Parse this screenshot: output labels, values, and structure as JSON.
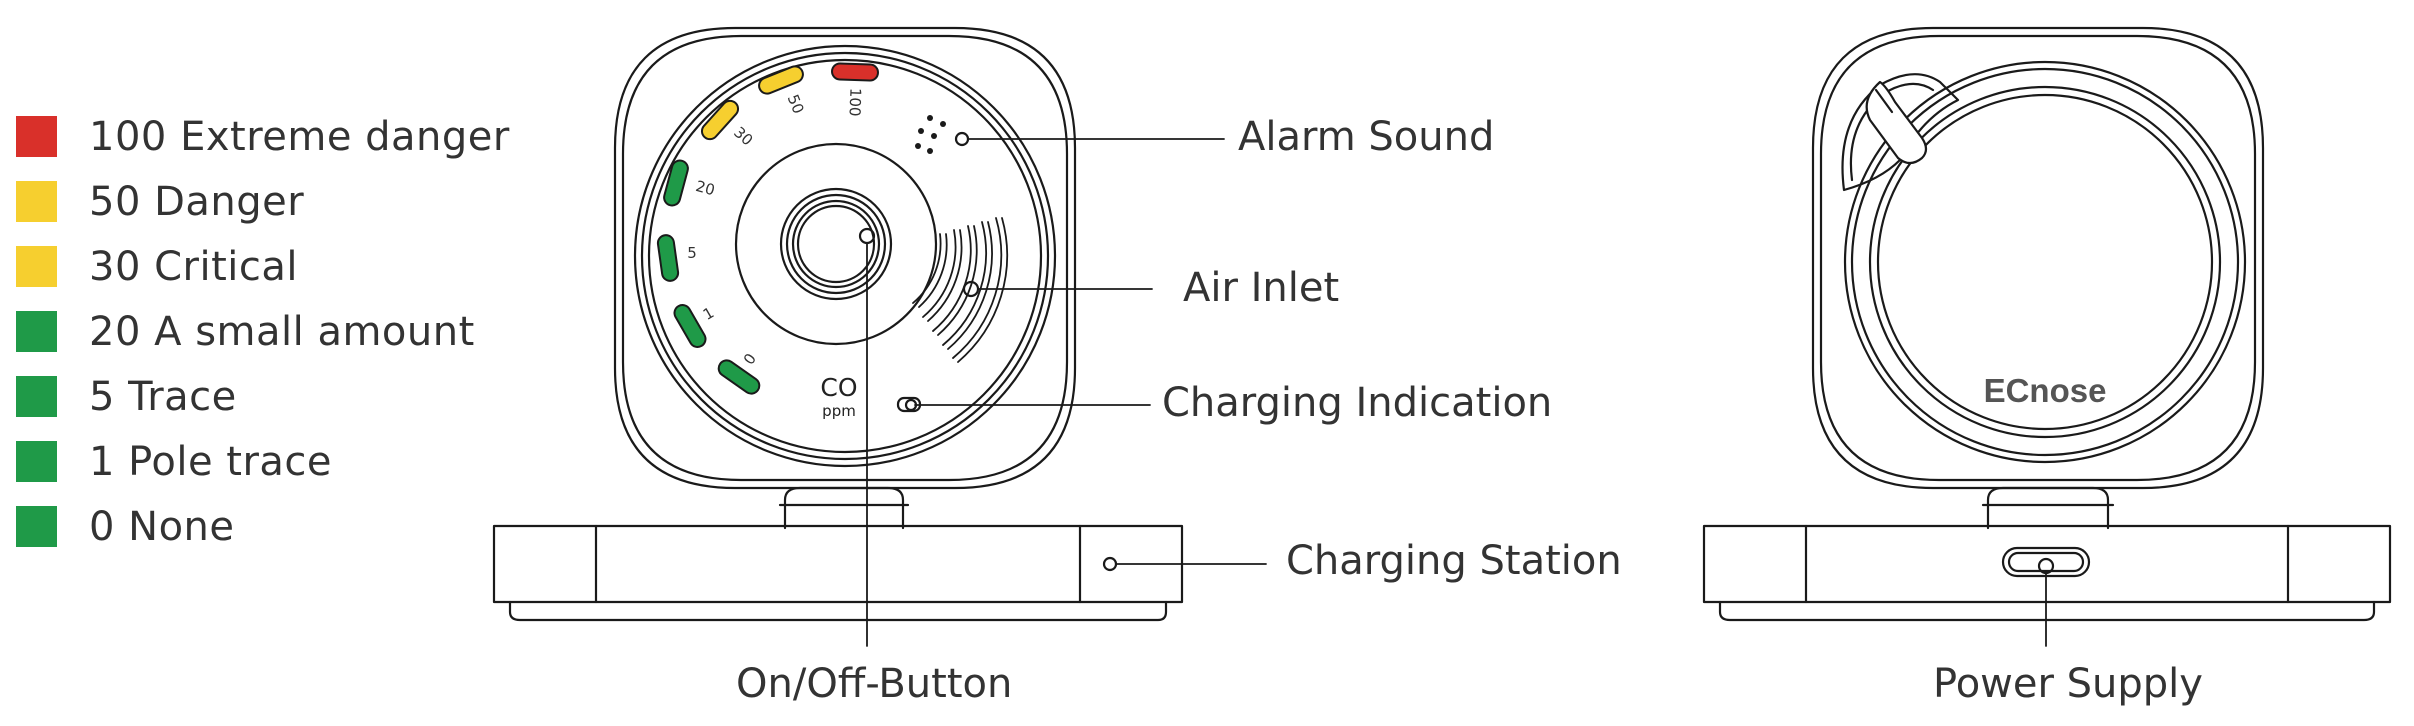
{
  "legend": {
    "items": [
      {
        "label": "100 Extreme danger",
        "color": "#d9302a"
      },
      {
        "label": "50 Danger",
        "color": "#f6cf2f"
      },
      {
        "label": "30 Critical",
        "color": "#f6cf2f"
      },
      {
        "label": "20 A small amount",
        "color": "#1f9a48"
      },
      {
        "label": "5 Trace",
        "color": "#1f9a48"
      },
      {
        "label": "1 Pole trace",
        "color": "#1f9a48"
      },
      {
        "label": "0 None",
        "color": "#1f9a48"
      }
    ]
  },
  "dial": {
    "ticks": [
      "0",
      "1",
      "5",
      "20",
      "30",
      "50",
      "100"
    ],
    "co_label": "CO",
    "unit_label": "ppm"
  },
  "callouts": {
    "alarm_sound": "Alarm Sound",
    "air_inlet": "Air Inlet",
    "charging_indication": "Charging Indication",
    "charging_station": "Charging Station",
    "on_off_button": "On/Off-Button",
    "power_supply": "Power Supply"
  },
  "back": {
    "brand": "ECnose"
  }
}
